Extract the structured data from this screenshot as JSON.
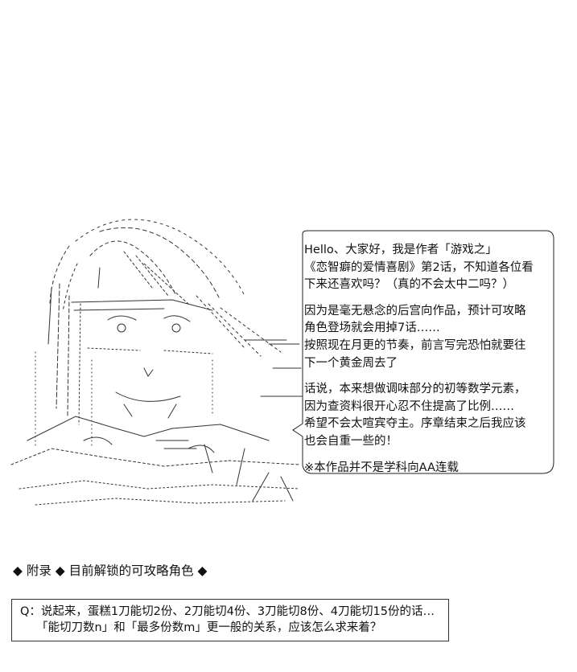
{
  "bubble": {
    "lines": [
      "Hello、大家好，我是作者「游戏之」",
      "《恋智癖的爱情喜剧》第2话，不知道各位看",
      "下来还喜欢吗？（真的不会太中二吗？）",
      "",
      "因为是毫无悬念的后宫向作品，预计可攻略",
      "角色登场就会用掉7话……",
      "按照现在月更的节奏，前言写完恐怕就要往",
      "下一个黄金周去了",
      "",
      "话说，本来想做调味部分的初等数学元素，",
      "因为查资料很开心忍不住提高了比例……",
      "希望不会太喧宾夺主。序章结束之后我应该",
      "也会自重一些的！",
      "",
      "※本作品并不是学科向AA连载"
    ]
  },
  "appendix": {
    "title": "◆ 附录 ◆ 目前解锁的可攻略角色 ◆"
  },
  "question": {
    "line1": "Q：说起来，蛋糕1刀能切2份、2刀能切4份、3刀能切8份、4刀能切15份的话…",
    "line2": "「能切刀数n」和「最多份数m」更一般的关系，应该怎么求来着？"
  },
  "figure": {
    "icon": "ascii-art-character-illustration"
  }
}
